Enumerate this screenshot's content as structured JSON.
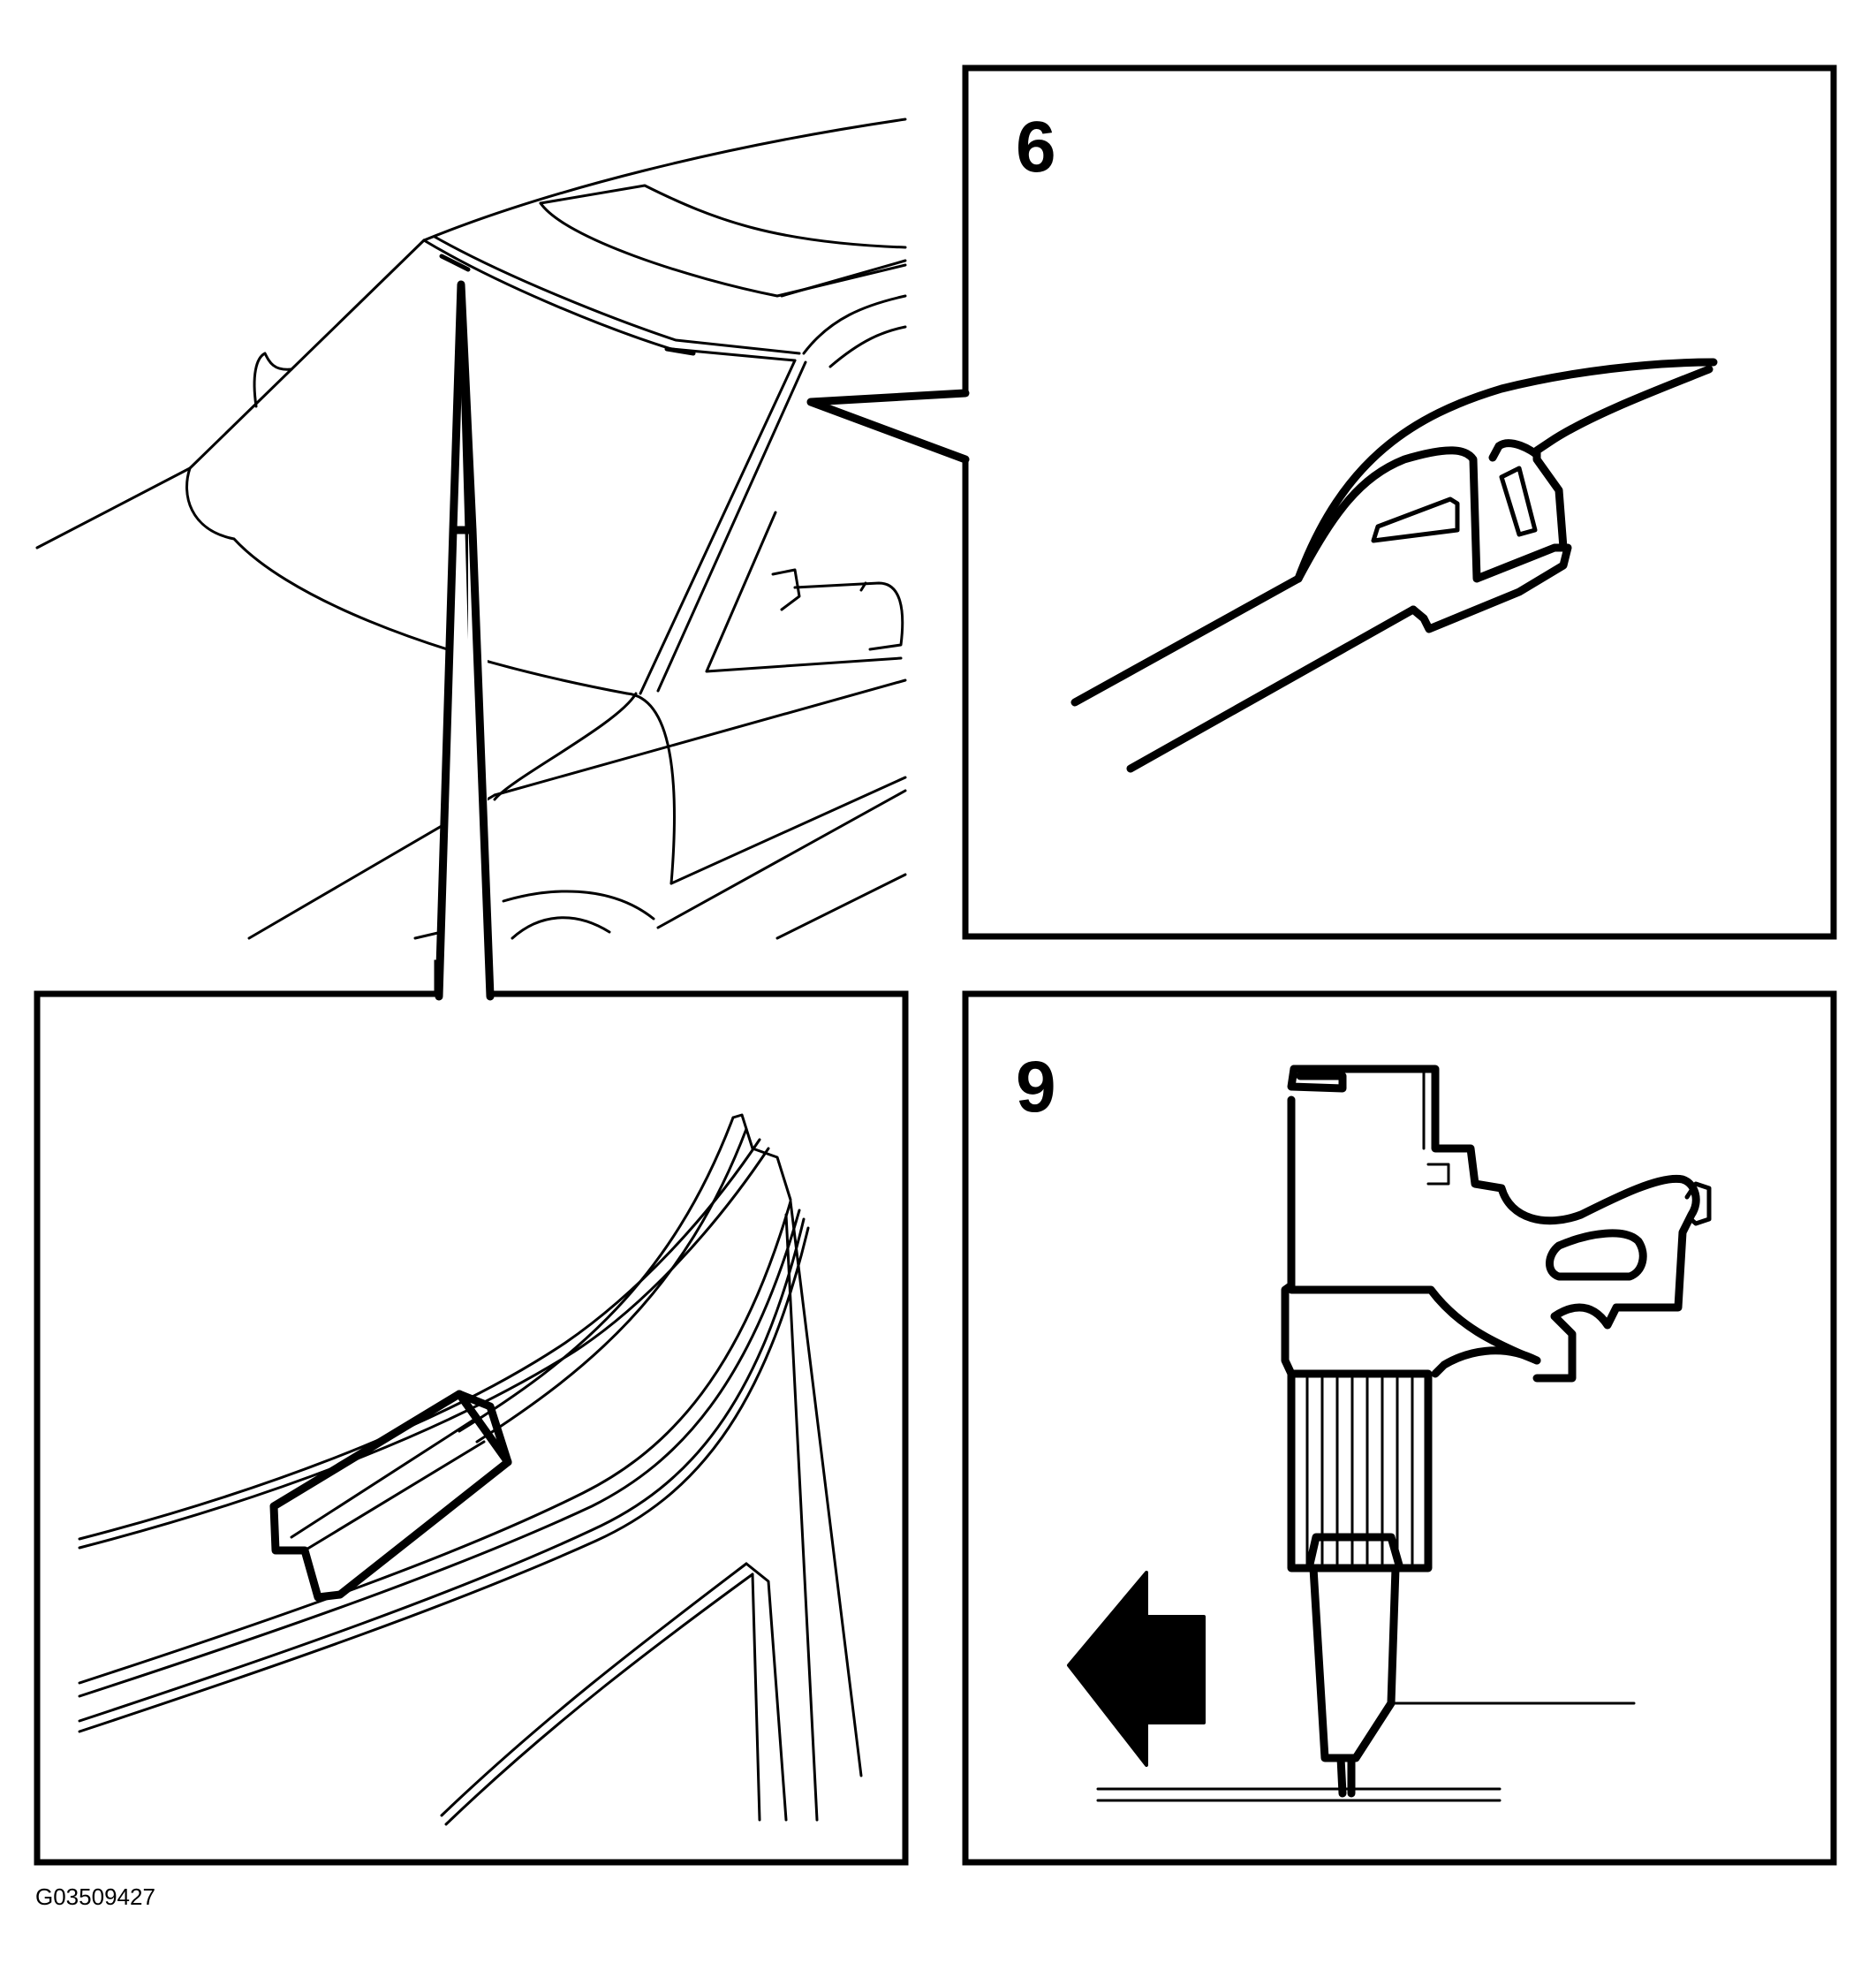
{
  "figure_code": "G03509427",
  "panels": [
    {
      "id": "windscreen-molding-overview"
    },
    {
      "id": "molding-cross-section",
      "step_label": "6"
    },
    {
      "id": "molding-joint-detail"
    },
    {
      "id": "sealant-gun-application",
      "step_label": "9"
    }
  ],
  "colors": {
    "ink": "#000000",
    "paper": "#ffffff"
  },
  "icons": [
    "direction-arrow-left-icon"
  ]
}
